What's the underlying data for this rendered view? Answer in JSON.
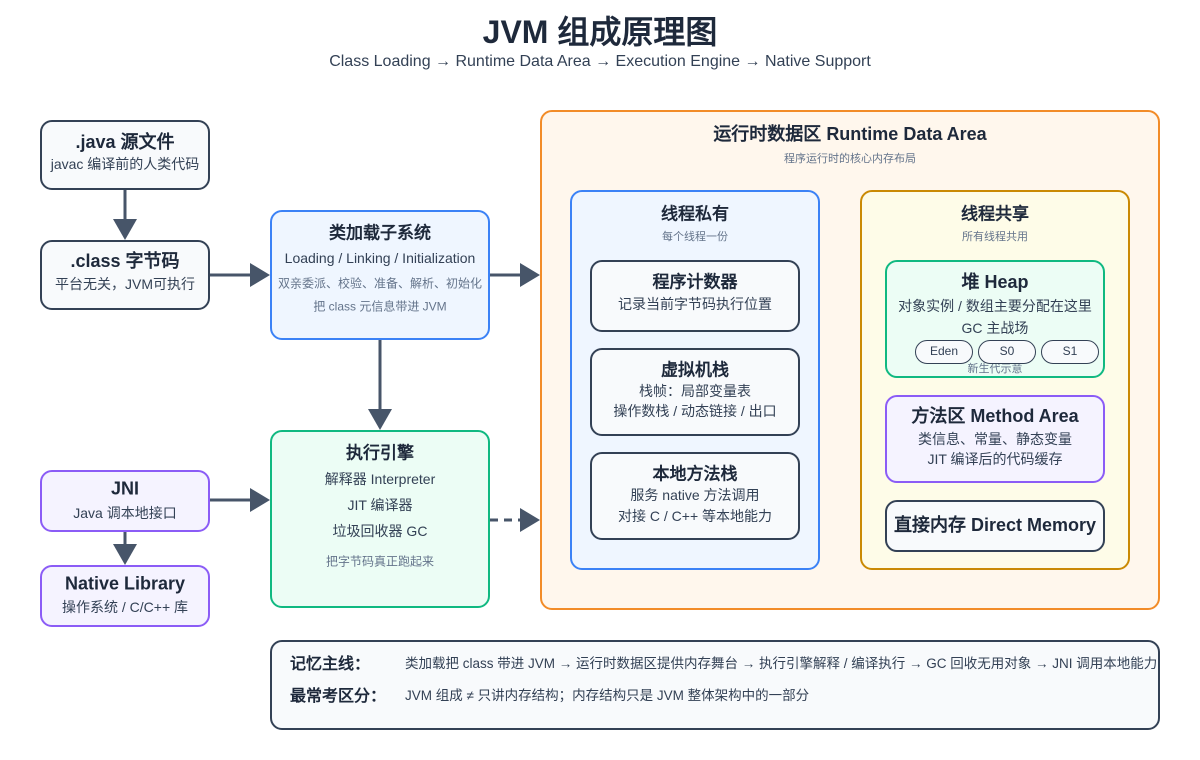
{
  "title": "JVM 组成原理图",
  "subtitle": "Class Loading → Runtime Data Area → Execution Engine → Native Support",
  "source": {
    "title": ".java 源文件",
    "desc": "javac 编译前的人类代码"
  },
  "bytecode": {
    "title": ".class 字节码",
    "desc": "平台无关，JVM可执行"
  },
  "jni": {
    "title": "JNI",
    "desc": "Java 调本地接口"
  },
  "native_lib": {
    "title": "Native Library",
    "desc": "操作系统 / C/C++ 库"
  },
  "class_loader": {
    "title": "类加载子系统",
    "phases": "Loading / Linking / Initialization",
    "detail": "双亲委派、校验、准备、解析、初始化",
    "note": "把 class 元信息带进 JVM"
  },
  "exec_engine": {
    "title": "执行引擎",
    "items": [
      "解释器 Interpreter",
      "JIT 编译器",
      "垃圾回收器 GC"
    ],
    "note": "把字节码真正跑起来"
  },
  "runtime_area": {
    "title": "运行时数据区 Runtime Data Area",
    "subtitle": "程序运行时的核心内存布局",
    "thread_private": {
      "title": "线程私有",
      "subtitle": "每个线程一份",
      "pc": {
        "title": "程序计数器",
        "lines": [
          "记录当前字节码执行位置"
        ]
      },
      "vm_stack": {
        "title": "虚拟机栈",
        "lines": [
          "栈帧：局部变量表",
          "操作数栈 / 动态链接 / 出口"
        ]
      },
      "native_stack": {
        "title": "本地方法栈",
        "lines": [
          "服务 native 方法调用",
          "对接 C / C++ 等本地能力"
        ]
      }
    },
    "thread_shared": {
      "title": "线程共享",
      "subtitle": "所有线程共用",
      "heap": {
        "title": "堆 Heap",
        "lines": [
          "对象实例 / 数组主要分配在这里",
          "GC 主战场"
        ],
        "regions": [
          "Eden",
          "S0",
          "S1"
        ],
        "regions_caption": "新生代示意"
      },
      "method_area": {
        "title": "方法区 Method Area",
        "lines": [
          "类信息、常量、静态变量",
          "JIT 编译后的代码缓存"
        ]
      },
      "direct_memory": {
        "title": "直接内存 Direct Memory"
      }
    }
  },
  "summary": {
    "rows": [
      {
        "label": "记忆主线：",
        "text": "类加载把 class 带进 JVM → 运行时数据区提供内存舞台 → 执行引擎解释 / 编译执行 → GC 回收无用对象 → JNI 调用本地能力"
      },
      {
        "label": "最常考区分：",
        "text": "JVM 组成 ≠ 只讲内存结构；内存结构只是 JVM 整体架构中的一部分"
      }
    ]
  },
  "colors": {
    "ink": "#1e293b",
    "text": "#334155",
    "muted": "#64748b",
    "neutral_border": "#334155",
    "neutral_fill": "#f8fafc",
    "blue_border": "#3b82f6",
    "blue_fill": "#eff6ff",
    "green_border": "#10b981",
    "green_fill": "#ecfdf5",
    "purple_border": "#8b5cf6",
    "purple_fill": "#f5f3ff",
    "orange_border": "#f28c28",
    "orange_fill": "#fff7ed",
    "amber_border": "#ca8a04",
    "amber_fill": "#fefce8",
    "arrow": "#475569"
  }
}
